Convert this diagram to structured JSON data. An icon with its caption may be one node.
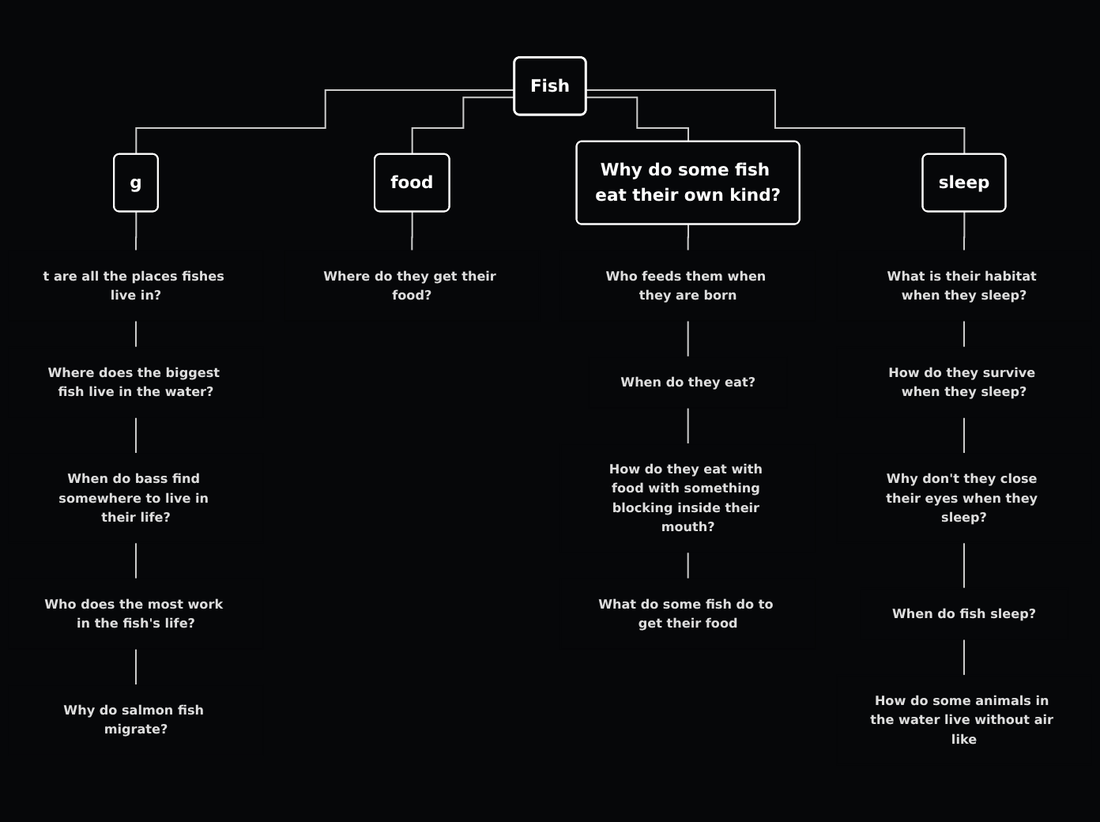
{
  "diagram": {
    "nodes": [
      {
        "text": [
          "Fish"
        ]
      },
      {
        "text": [
          "g"
        ]
      },
      {
        "text": [
          "t are all the places fishes live in?"
        ]
      },
      {
        "text": [
          "Where does the biggest fish live in the water?"
        ]
      },
      {
        "text": [
          "When do bass find somewhere to live in their life?"
        ]
      },
      {
        "text": [
          "Who does the most work in the fish's life?"
        ]
      },
      {
        "text": [
          "Why do salmon fish migrate?"
        ]
      },
      {
        "text": [
          "food"
        ]
      },
      {
        "text": [
          "Where do they get their food?"
        ]
      },
      {
        "text": [
          "Why do some fish eat their own kind?"
        ]
      },
      {
        "text": [
          "Who feeds them when they are born"
        ]
      },
      {
        "text": [
          "When do they eat?"
        ]
      },
      {
        "text": [
          "How do they eat with food with something blocking inside their mouth?"
        ]
      },
      {
        "text": [
          "What do some fish do to get their food"
        ]
      },
      {
        "text": [
          "sleep"
        ]
      },
      {
        "text": [
          "What is their habitat when they sleep?"
        ]
      },
      {
        "text": [
          "How do they survive when they sleep?"
        ]
      },
      {
        "text": [
          "Why don't they close their eyes when they sleep?"
        ]
      },
      {
        "text": [
          "When do fish sleep?"
        ]
      },
      {
        "text": [
          "How do some animals in the water live without air like"
        ]
      }
    ],
    "edges": [
      {
        "from": 0,
        "to": 1,
        "arrow": "none"
      },
      {
        "from": 0,
        "to": 7,
        "arrow": "none"
      },
      {
        "from": 0,
        "to": 9,
        "arrow": "none"
      },
      {
        "from": 0,
        "to": 14,
        "arrow": "none"
      },
      {
        "from": 1,
        "to": 2,
        "arrow": "none"
      },
      {
        "from": 2,
        "to": 3,
        "arrow": "none"
      },
      {
        "from": 3,
        "to": 4,
        "arrow": "none"
      },
      {
        "from": 4,
        "to": 5,
        "arrow": "none"
      },
      {
        "from": 5,
        "to": 6,
        "arrow": "none"
      },
      {
        "from": 7,
        "to": 8,
        "arrow": "none"
      },
      {
        "from": 9,
        "to": 10,
        "arrow": "none"
      },
      {
        "from": 10,
        "to": 11,
        "arrow": "none"
      },
      {
        "from": 11,
        "to": 12,
        "arrow": "none"
      },
      {
        "from": 12,
        "to": 13,
        "arrow": "none"
      },
      {
        "from": 14,
        "to": 15,
        "arrow": "none"
      },
      {
        "from": 15,
        "to": 16,
        "arrow": "none"
      },
      {
        "from": 16,
        "to": 17,
        "arrow": "none"
      },
      {
        "from": 17,
        "to": 18,
        "arrow": "none"
      },
      {
        "from": 18,
        "to": 19,
        "arrow": "none"
      }
    ]
  }
}
